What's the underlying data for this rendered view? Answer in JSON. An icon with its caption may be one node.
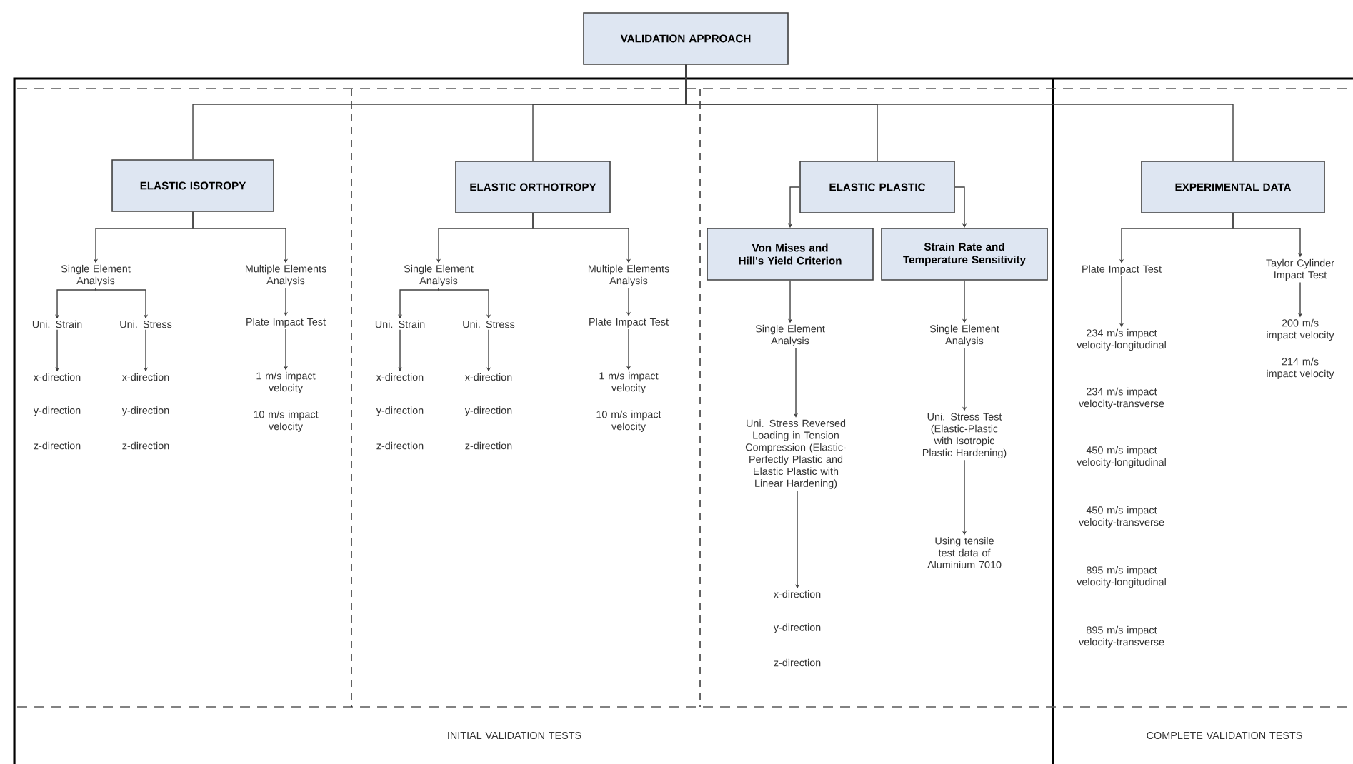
{
  "diagram": {
    "nodes": [
      {
        "text": [
          "VALIDATION APPROACH"
        ]
      },
      {
        "text": [
          "ELASTIC ISOTROPY"
        ]
      },
      {
        "text": [
          "ELASTIC ORTHOTROPY"
        ]
      },
      {
        "text": [
          "ELASTIC PLASTIC"
        ]
      },
      {
        "text": [
          "EXPERIMENTAL DATA"
        ]
      },
      {
        "text": [
          "Single Element Analysis"
        ]
      },
      {
        "text": [
          "Multiple Elements Analysis"
        ]
      },
      {
        "text": [
          "Uni. Strain"
        ]
      },
      {
        "text": [
          "Uni. Stress"
        ]
      },
      {
        "text": [
          "x-direction"
        ]
      },
      {
        "text": [
          "y-direction"
        ]
      },
      {
        "text": [
          "z-direction"
        ]
      },
      {
        "text": [
          "x-direction"
        ]
      },
      {
        "text": [
          "y-direction"
        ]
      },
      {
        "text": [
          "z-direction"
        ]
      },
      {
        "text": [
          "Plate Impact Test"
        ]
      },
      {
        "text": [
          "1 m/s impact velocity"
        ]
      },
      {
        "text": [
          "10 m/s impact velocity"
        ]
      },
      {
        "text": [
          "Single Element Analysis"
        ]
      },
      {
        "text": [
          "Multiple Elements Analysis"
        ]
      },
      {
        "text": [
          "Uni. Strain"
        ]
      },
      {
        "text": [
          "Uni. Stress"
        ]
      },
      {
        "text": [
          "x-direction"
        ]
      },
      {
        "text": [
          "y-direction"
        ]
      },
      {
        "text": [
          "z-direction"
        ]
      },
      {
        "text": [
          "x-direction"
        ]
      },
      {
        "text": [
          "y-direction"
        ]
      },
      {
        "text": [
          "z-direction"
        ]
      },
      {
        "text": [
          "Plate Impact Test"
        ]
      },
      {
        "text": [
          "1 m/s impact velocity"
        ]
      },
      {
        "text": [
          "10 m/s impact velocity"
        ]
      },
      {
        "text": [
          "Von Mises and Hill's Yield Criterion"
        ]
      },
      {
        "text": [
          "Strain Rate and Temperature Sensitivity"
        ]
      },
      {
        "text": [
          "Single Element Analysis"
        ]
      },
      {
        "text": [
          "Uni. Stress Reversed Loading in Tension Compression (Elastic-Perfectly Plastic and Elastic Plastic with Linear Hardening)"
        ]
      },
      {
        "text": [
          "x-direction"
        ]
      },
      {
        "text": [
          "y-direction"
        ]
      },
      {
        "text": [
          "z-direction"
        ]
      },
      {
        "text": [
          "Single Element Analysis"
        ]
      },
      {
        "text": [
          "Uni. Stress Test (Elastic-Plastic with Isotropic Plastic Hardening)"
        ]
      },
      {
        "text": [
          "Using tensile test data of Aluminium 7010"
        ]
      },
      {
        "text": [
          "Plate Impact Test"
        ]
      },
      {
        "text": [
          "234 m/s impact velocity-longitudinal"
        ]
      },
      {
        "text": [
          "234 m/s impact velocity-transverse"
        ]
      },
      {
        "text": [
          "450 m/s impact velocity-longitudinal"
        ]
      },
      {
        "text": [
          "450 m/s impact velocity-transverse"
        ]
      },
      {
        "text": [
          "895 m/s impact velocity-longitudinal"
        ]
      },
      {
        "text": [
          "895 m/s impact velocity-transverse"
        ]
      },
      {
        "text": [
          "Taylor Cylinder Impact Test"
        ]
      },
      {
        "text": [
          "200 m/s impact velocity"
        ]
      },
      {
        "text": [
          "214 m/s impact velocity"
        ]
      }
    ],
    "edges": [
      {
        "from": 0,
        "to": 1,
        "arrow": "none"
      },
      {
        "from": 0,
        "to": 2,
        "arrow": "none"
      },
      {
        "from": 0,
        "to": 3,
        "arrow": "none"
      },
      {
        "from": 0,
        "to": 4,
        "arrow": "none"
      },
      {
        "from": 1,
        "to": 5,
        "arrow": "to"
      },
      {
        "from": 1,
        "to": 6,
        "arrow": "to"
      },
      {
        "from": 5,
        "to": 7,
        "arrow": "to"
      },
      {
        "from": 5,
        "to": 8,
        "arrow": "to"
      },
      {
        "from": 7,
        "to": 9,
        "arrow": "to"
      },
      {
        "from": 8,
        "to": 12,
        "arrow": "to"
      },
      {
        "from": 6,
        "to": 15,
        "arrow": "to"
      },
      {
        "from": 15,
        "to": 16,
        "arrow": "to"
      },
      {
        "from": 2,
        "to": 18,
        "arrow": "to"
      },
      {
        "from": 2,
        "to": 19,
        "arrow": "to"
      },
      {
        "from": 18,
        "to": 20,
        "arrow": "to"
      },
      {
        "from": 18,
        "to": 21,
        "arrow": "to"
      },
      {
        "from": 20,
        "to": 22,
        "arrow": "to"
      },
      {
        "from": 21,
        "to": 25,
        "arrow": "to"
      },
      {
        "from": 19,
        "to": 28,
        "arrow": "to"
      },
      {
        "from": 28,
        "to": 29,
        "arrow": "to"
      },
      {
        "from": 3,
        "to": 31,
        "arrow": "to"
      },
      {
        "from": 3,
        "to": 32,
        "arrow": "to"
      },
      {
        "from": 31,
        "to": 33,
        "arrow": "to"
      },
      {
        "from": 33,
        "to": 34,
        "arrow": "to"
      },
      {
        "from": 34,
        "to": 35,
        "arrow": "to"
      },
      {
        "from": 32,
        "to": 38,
        "arrow": "to"
      },
      {
        "from": 38,
        "to": 39,
        "arrow": "to"
      },
      {
        "from": 39,
        "to": 40,
        "arrow": "to"
      },
      {
        "from": 4,
        "to": 41,
        "arrow": "to"
      },
      {
        "from": 4,
        "to": 48,
        "arrow": "to"
      },
      {
        "from": 41,
        "to": 42,
        "arrow": "to"
      },
      {
        "from": 48,
        "to": 49,
        "arrow": "to"
      }
    ],
    "labels": [
      "INITIAL VALIDATION TESTS",
      "COMPLETE VALIDATION TESTS"
    ]
  }
}
